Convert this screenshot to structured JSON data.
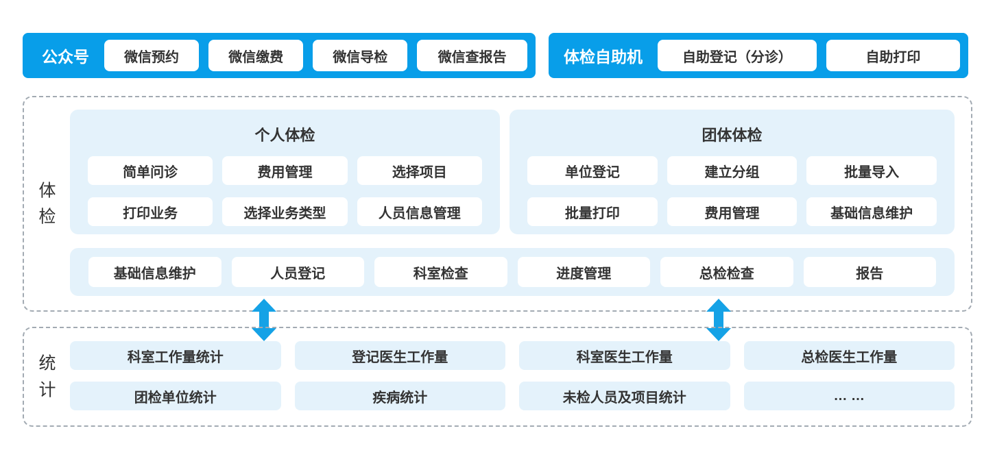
{
  "colors": {
    "accent_blue": "#089ee9",
    "panel_blue": "#e4f2fb",
    "arrow_blue": "#15a2e6",
    "text_dark": "#333333",
    "dash_border": "#a2aab2"
  },
  "top": {
    "wechat_bar": {
      "label": "公众号",
      "buttons": [
        "微信预约",
        "微信缴费",
        "微信导检",
        "微信查报告"
      ]
    },
    "kiosk_bar": {
      "label": "体检自助机",
      "buttons": [
        "自助登记（分诊）",
        "自助打印"
      ]
    }
  },
  "exam": {
    "label": "体检",
    "personal": {
      "title": "个人体检",
      "buttons": [
        "简单问诊",
        "费用管理",
        "选择项目",
        "打印业务",
        "选择业务类型",
        "人员信息管理"
      ]
    },
    "group": {
      "title": "团体体检",
      "buttons": [
        "单位登记",
        "建立分组",
        "批量导入",
        "批量打印",
        "费用管理",
        "基础信息维护"
      ]
    },
    "workflow": [
      "基础信息维护",
      "人员登记",
      "科室检查",
      "进度管理",
      "总检检查",
      "报告"
    ]
  },
  "stats": {
    "label": "统计",
    "row1": [
      "科室工作量统计",
      "登记医生工作量",
      "科室医生工作量",
      "总检医生工作量"
    ],
    "row2": [
      "团检单位统计",
      "疾病统计",
      "未检人员及项目统计",
      "… …"
    ]
  }
}
